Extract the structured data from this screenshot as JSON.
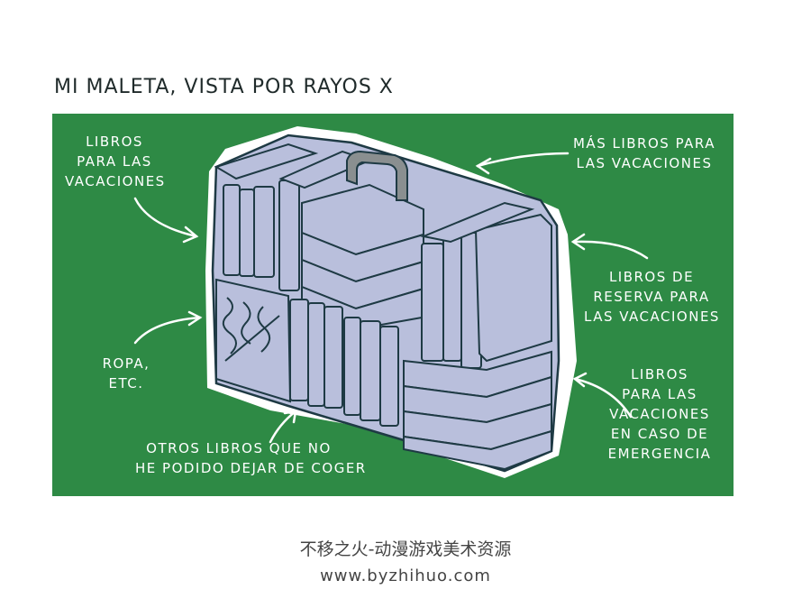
{
  "title": "MI MALETA, VISTA POR RAYOS X",
  "labels": {
    "top_left": [
      "LIBROS",
      "PARA LAS",
      "VACACIONES"
    ],
    "top_right": [
      "MÁS LIBROS PARA",
      "LAS VACACIONES"
    ],
    "mid_right": [
      "LIBROS DE",
      "RESERVA PARA",
      "LAS VACACIONES"
    ],
    "mid_left": [
      "ROPA,",
      "ETC."
    ],
    "bottom_center": [
      "OTROS LIBROS QUE NO",
      "HE PODIDO DEJAR DE COGER"
    ],
    "bottom_right": [
      "LIBROS",
      "PARA LAS",
      "VACACIONES",
      "EN CASO DE",
      "EMERGENCIA"
    ]
  },
  "watermark": {
    "line1": "不移之火-动漫游戏美术资源",
    "line2": "www.byzhihuo.com"
  },
  "colors": {
    "panel": "#2e8a45",
    "book_fill": "#b9bfdc",
    "ink": "#1e3a44",
    "halo": "#ffffff",
    "handle": "#8a8f90"
  }
}
